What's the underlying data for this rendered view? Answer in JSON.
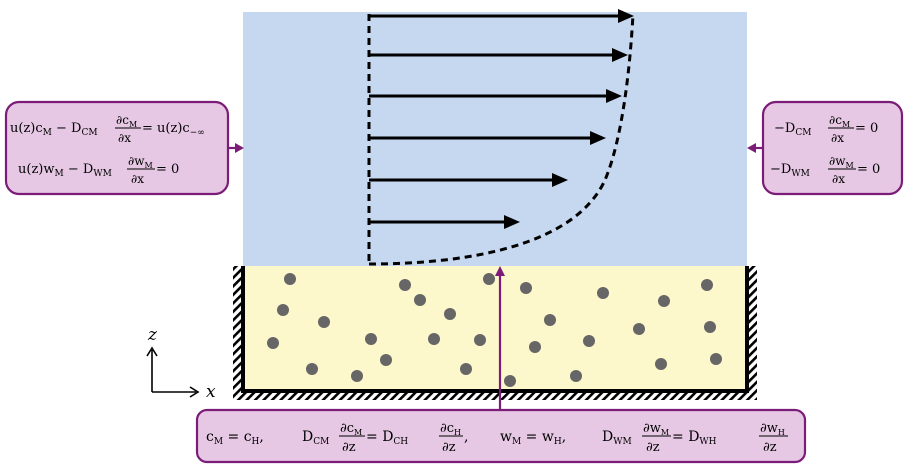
{
  "axes": {
    "vertical_label": "z",
    "horizontal_label": "x"
  },
  "colors": {
    "fluid": "#c5d8f0",
    "sediment": "#fdf7cc",
    "particle": "#666666",
    "boundary_box_fill": "#e6c8e4",
    "boundary_box_stroke": "#7b1d78",
    "arrow_accent": "#7b1d78",
    "velocity_arrow": "#000000"
  },
  "velocity_profile": {
    "arrow_count": 6,
    "shape": "dashed curve, speed increasing with height"
  },
  "particle_count": 28,
  "boundary_conditions": {
    "inlet": {
      "line1": {
        "lhs_a": "u(z)c",
        "lhs_a_sub": "M",
        "minus": " − ",
        "coef": "D",
        "coef_sub": "CM",
        "frac_num": "∂c",
        "frac_num_sub": "M",
        "frac_den": "∂x",
        "equals": " = ",
        "rhs": "u(z)c",
        "rhs_sub": "−∞"
      },
      "line2": {
        "lhs_a": "u(z)w",
        "lhs_a_sub": "M",
        "minus": " − ",
        "coef": "D",
        "coef_sub": "WM",
        "frac_num": "∂w",
        "frac_num_sub": "M",
        "frac_den": "∂x",
        "equals": " = ",
        "rhs": "0"
      }
    },
    "outlet": {
      "line1": {
        "coef": "−D",
        "coef_sub": "CM",
        "frac_num": "∂c",
        "frac_num_sub": "M",
        "frac_den": "∂x",
        "equals": " = ",
        "rhs": "0"
      },
      "line2": {
        "coef": "−D",
        "coef_sub": "WM",
        "frac_num": "∂w",
        "frac_num_sub": "M",
        "frac_den": "∂x",
        "equals": " = ",
        "rhs": "0"
      }
    },
    "interface": {
      "eq1": {
        "a": "c",
        "a_sub": "M",
        "equals": " = ",
        "b": "c",
        "b_sub": "H",
        "comma": ","
      },
      "eq2": {
        "coef1": "D",
        "coef1_sub": "CM",
        "frac1_num": "∂c",
        "frac1_num_sub": "M",
        "frac1_den": "∂z",
        "equals": " = ",
        "coef2": "D",
        "coef2_sub": "CH",
        "frac2_num": "∂c",
        "frac2_num_sub": "H",
        "frac2_den": "∂z",
        "comma": ","
      },
      "eq3": {
        "a": "w",
        "a_sub": "M",
        "equals": " = ",
        "b": "w",
        "b_sub": "H",
        "comma": ","
      },
      "eq4": {
        "coef1": "D",
        "coef1_sub": "WM",
        "frac1_num": "∂w",
        "frac1_num_sub": "M",
        "frac1_den": "∂z",
        "equals": " = ",
        "coef2": "D",
        "coef2_sub": "WH",
        "frac2_num": "∂w",
        "frac2_num_sub": "H",
        "frac2_den": "∂z"
      }
    }
  }
}
